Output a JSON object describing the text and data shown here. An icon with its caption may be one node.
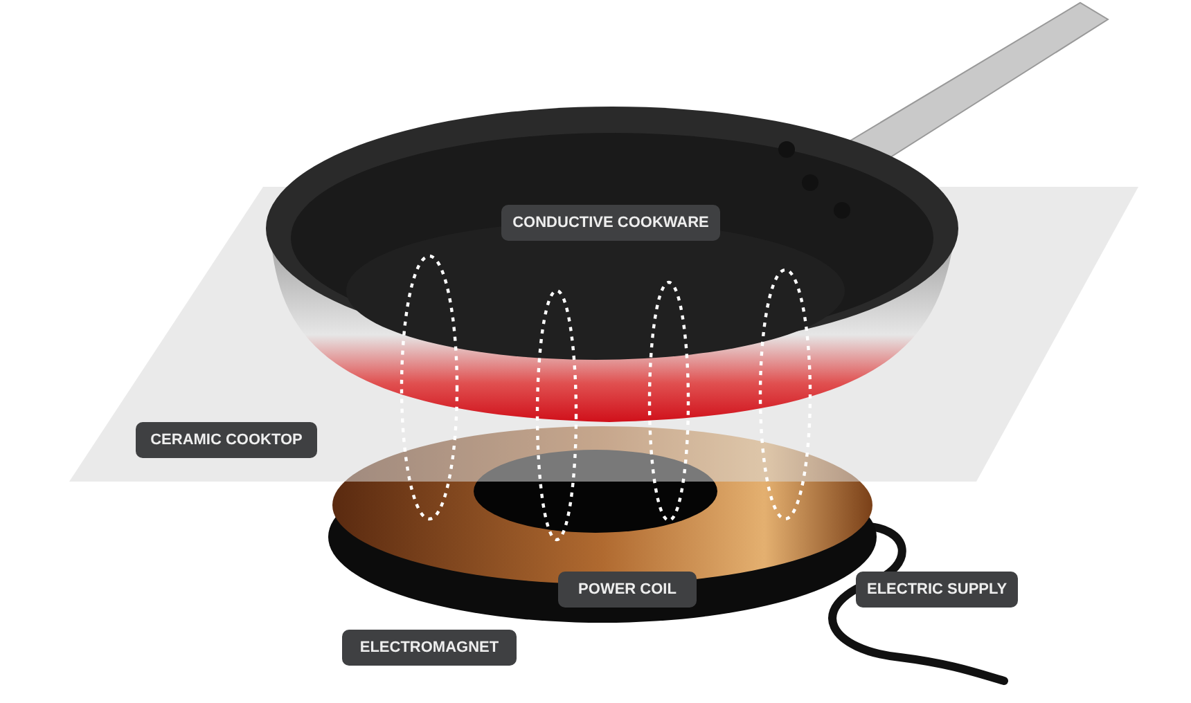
{
  "diagram": {
    "labels": [
      "CONDUCTIVE COOKWARE",
      "CERAMIC COOKTOP",
      "POWER COIL",
      "ELECTRIC SUPPLY",
      "ELECTROMAGNET"
    ]
  }
}
